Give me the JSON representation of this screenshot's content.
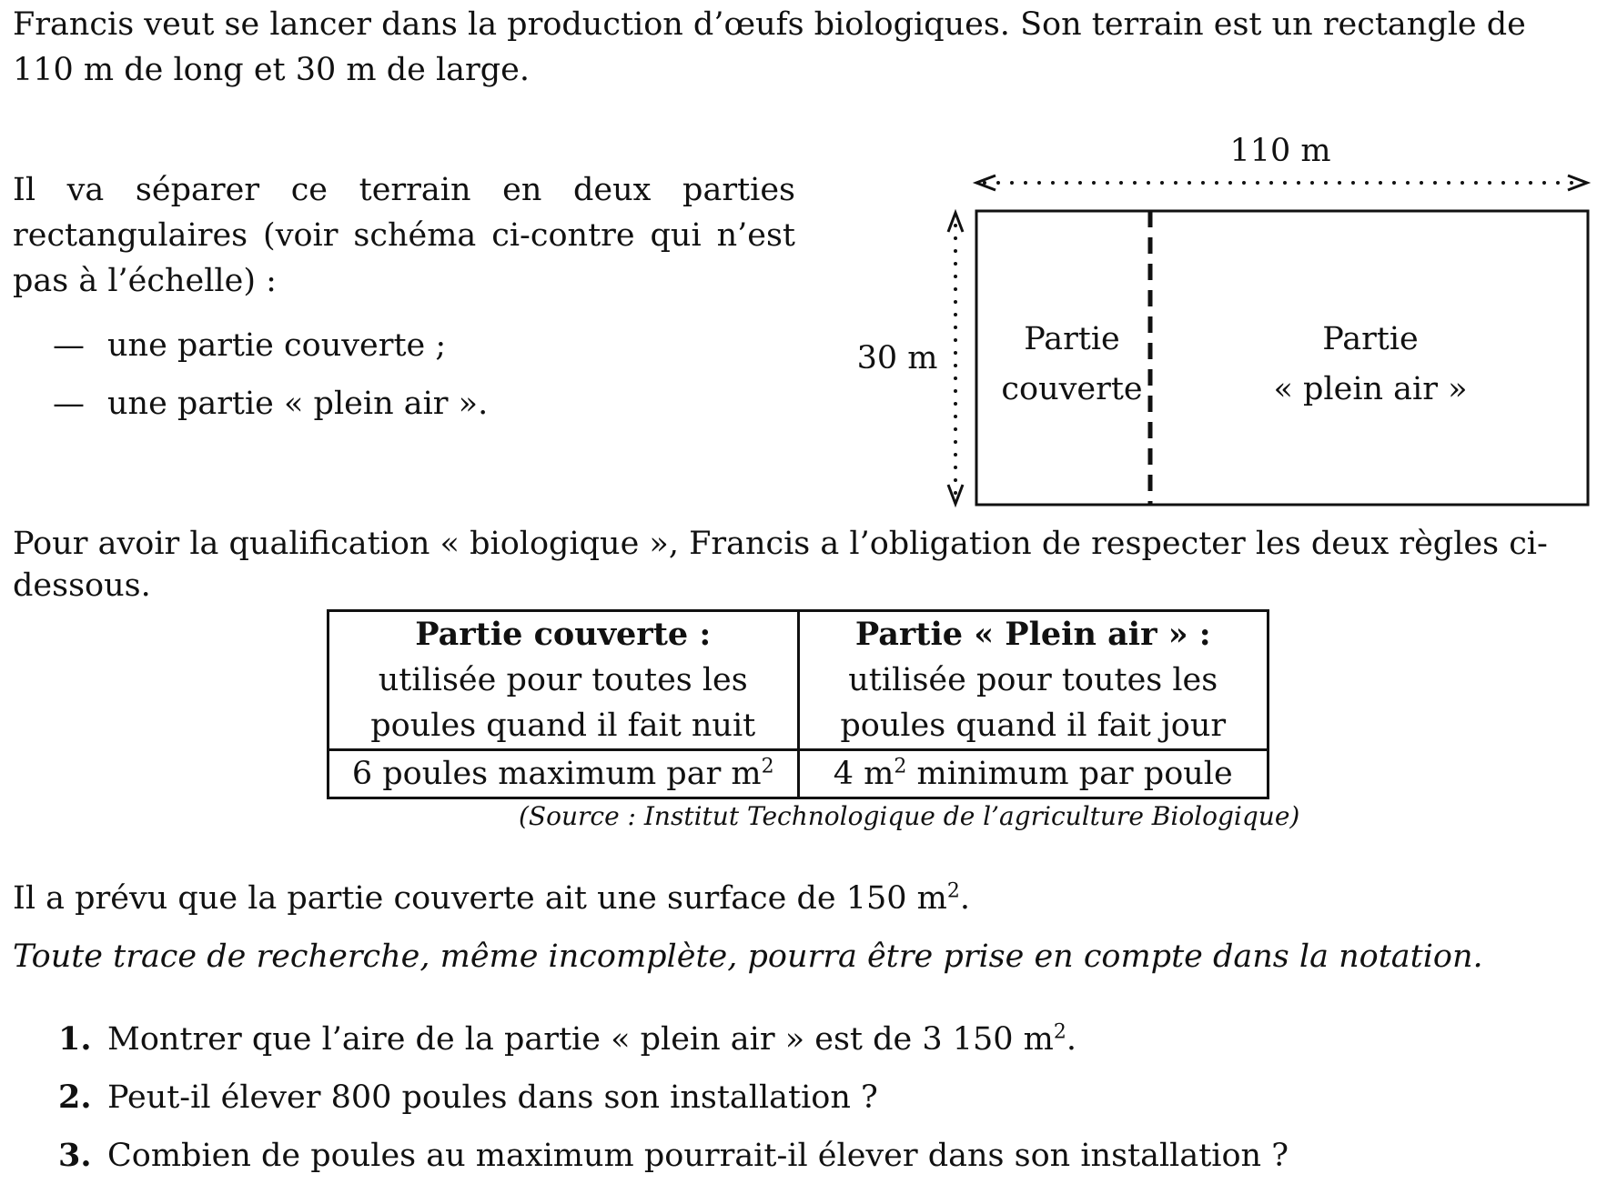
{
  "intro": "Francis veut se lancer dans la production d’œufs biologiques. Son terrain est un rectangle de 110 m de long et 30 m de large.",
  "separation": "Il va séparer ce terrain en deux parties rectangulaires (voir schéma ci-contre qui n’est pas à l’échelle) :",
  "parts_list": [
    "une partie couverte ;",
    "une partie « plein air »."
  ],
  "list_dash": "—",
  "diagram": {
    "length_label": "110 m",
    "width_label": "30 m",
    "covered_line1": "Partie",
    "covered_line2": "couverte",
    "open_line1": "Partie",
    "open_line2": "« plein air »"
  },
  "rules_intro": "Pour avoir la qualification « biologique », Francis a l’obligation de respecter les deux règles ci-dessous.",
  "table": {
    "col1_head": "Partie couverte :",
    "col1_desc1": "utilisée pour toutes les",
    "col1_desc2": "poules quand il fait nuit",
    "col1_rule_pre": "6 poules maximum par m",
    "col1_rule_sup": "2",
    "col2_head": "Partie « Plein air » :",
    "col2_desc1": "utilisée pour toutes les",
    "col2_desc2": "poules quand il fait jour",
    "col2_rule_pre": "4 m",
    "col2_rule_sup": "2",
    "col2_rule_post": " minimum par poule"
  },
  "source": "(Source : Institut Technologique de l’agriculture Biologique)",
  "covered_surface_pre": "Il a prévu que la partie couverte ait une surface de 150 m",
  "covered_surface_sup": "2",
  "covered_surface_post": ".",
  "note": "Toute trace de recherche, même incomplète, pourra être prise en compte dans la notation.",
  "questions": [
    {
      "num": "1.",
      "pre": "Montrer que l’aire de la partie « plein air » est de 3 150 m",
      "sup": "2",
      "post": "."
    },
    {
      "num": "2.",
      "pre": "Peut-il élever 800 poules dans son installation ?",
      "sup": "",
      "post": ""
    },
    {
      "num": "3.",
      "pre": "Combien de poules au maximum pourrait-il élever dans son installation ?",
      "sup": "",
      "post": ""
    }
  ]
}
